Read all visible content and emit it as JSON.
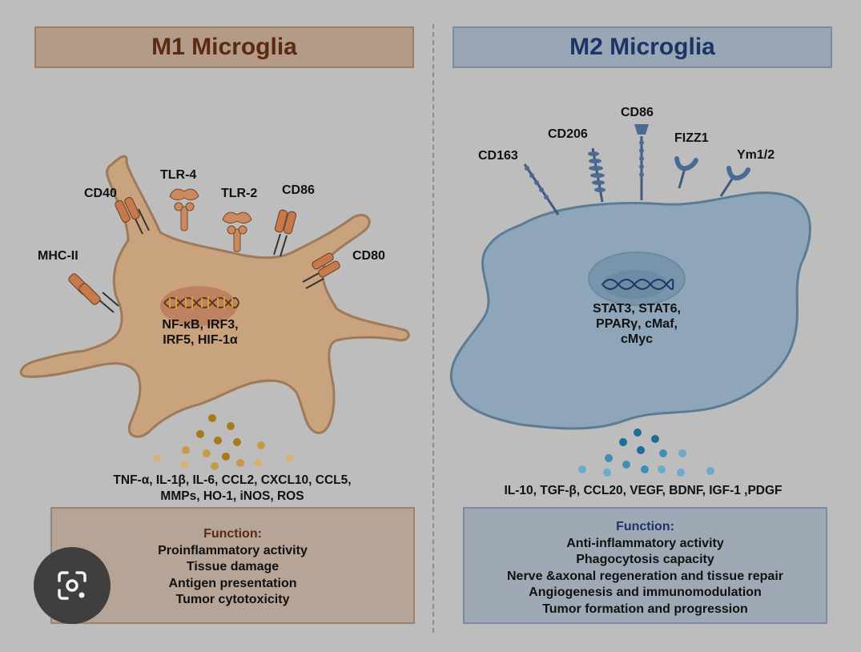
{
  "colors": {
    "background": "#bdbdbd",
    "m1_accent": "#5a2a14",
    "m2_accent": "#1c3466",
    "m1_cell": "#c9a27e",
    "m2_cell": "#8fa6ba"
  },
  "m1": {
    "title": "M1 Microglia",
    "receptors": {
      "cd40": "CD40",
      "tlr4": "TLR-4",
      "tlr2": "TLR-2",
      "cd86": "CD86",
      "mhc2": "MHC-II",
      "cd80": "CD80"
    },
    "nucleus": [
      "NF-κB,  IRF3,",
      "IRF5, HIF-1α"
    ],
    "cytokines": [
      "TNF-α,  IL-1β, IL-6, CCL2, CXCL10, CCL5,",
      "MMPs, HO-1, iNOS, ROS"
    ],
    "function_heading": "Function:",
    "functions": [
      "Proinflammatory activity",
      "Tissue damage",
      "Antigen presentation",
      "Tumor cytotoxicity"
    ]
  },
  "m2": {
    "title": "M2 Microglia",
    "receptors": {
      "cd163": "CD163",
      "cd206": "CD206",
      "cd86": "CD86",
      "fizz1": "FIZZ1",
      "ym12": "Ym1/2"
    },
    "nucleus": [
      "STAT3, STAT6,",
      "PPARγ, cMaf,",
      "cMyc"
    ],
    "cytokines": [
      "IL-10, TGF-β, CCL20, VEGF, BDNF, IGF-1 ,PDGF"
    ],
    "function_heading": "Function:",
    "functions": [
      "Anti-inflammatory activity",
      "Phagocytosis capacity",
      "Nerve &axonal regeneration and tissue repair",
      "Angiogenesis and immunomodulation",
      "Tumor formation and progression"
    ]
  },
  "overlay": {
    "lens_icon": "lens-search-icon"
  }
}
